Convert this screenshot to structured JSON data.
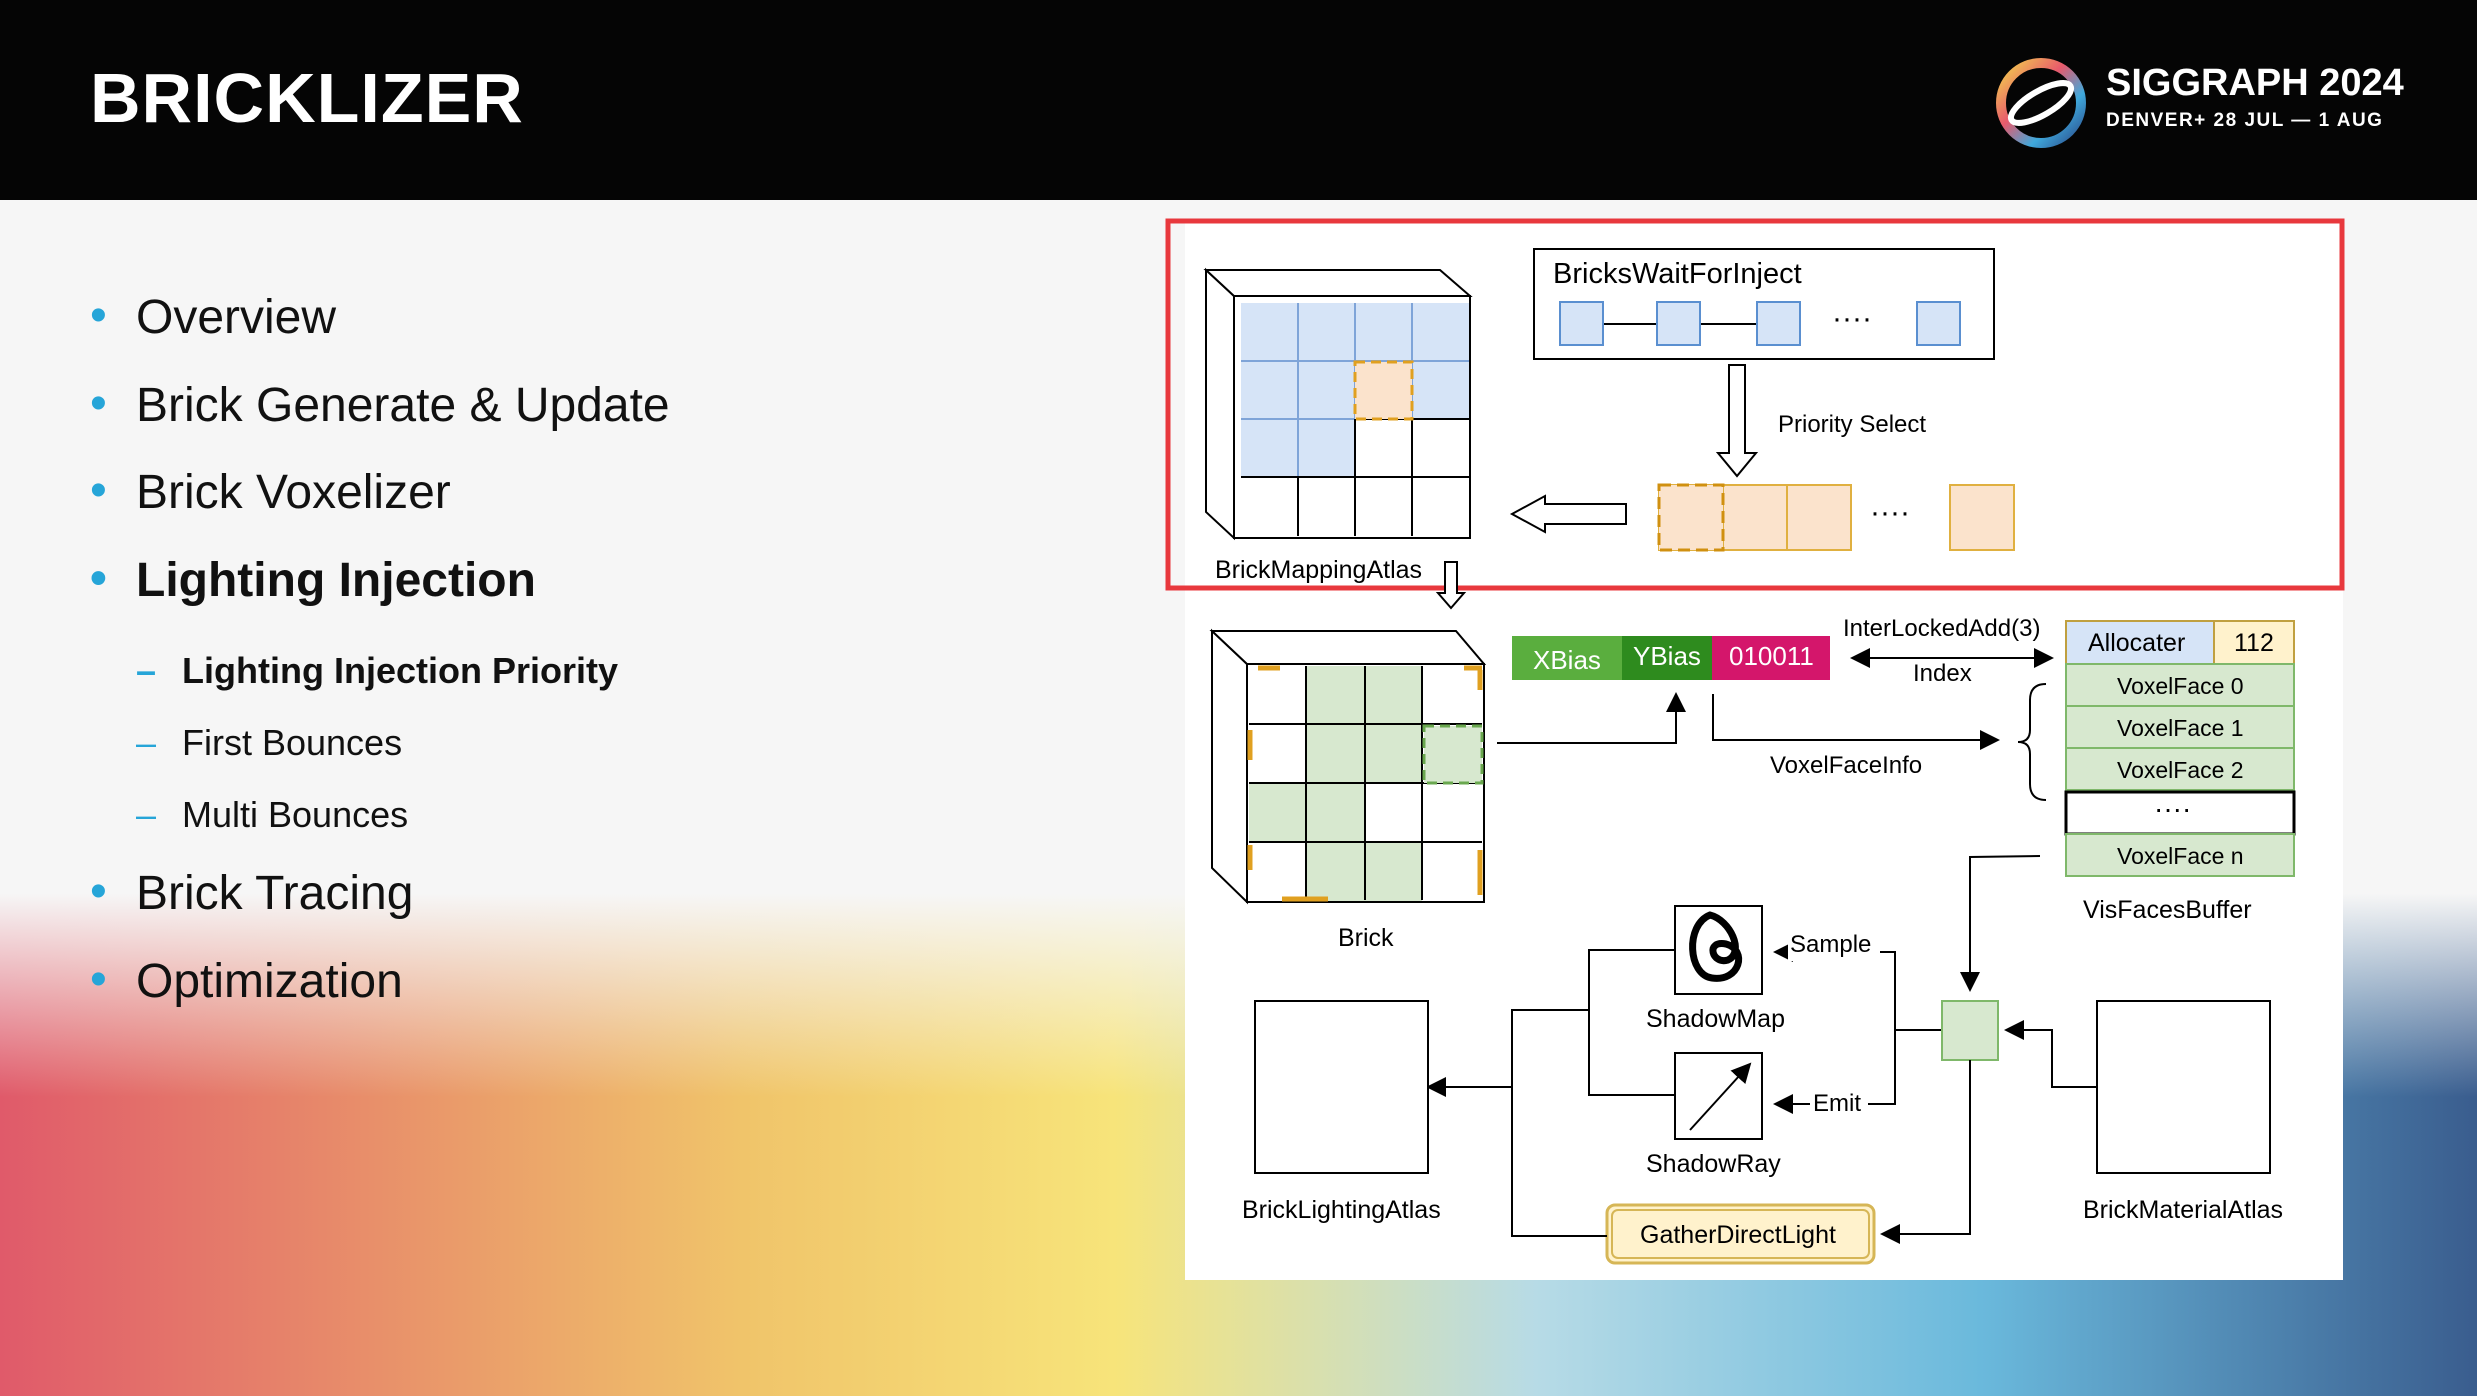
{
  "header": {
    "title": "BRICKLIZER",
    "logo_name": "SIGGRAPH 2024",
    "logo_sub": "DENVER+ 28 JUL — 1 AUG",
    "background_color": "#050505"
  },
  "bullets": [
    {
      "text": "Overview",
      "level": 1,
      "bold": false
    },
    {
      "text": "Brick Generate & Update",
      "level": 1,
      "bold": false
    },
    {
      "text": "Brick Voxelizer",
      "level": 1,
      "bold": false
    },
    {
      "text": "Lighting Injection",
      "level": 1,
      "bold": true
    },
    {
      "text": "Lighting Injection Priority",
      "level": 2,
      "bold": true
    },
    {
      "text": "First Bounces",
      "level": 2,
      "bold": false
    },
    {
      "text": "Multi Bounces",
      "level": 2,
      "bold": false
    },
    {
      "text": "Brick Tracing",
      "level": 1,
      "bold": false
    },
    {
      "text": "Optimization",
      "level": 1,
      "bold": false
    }
  ],
  "bullet_marks": {
    "level1": "•",
    "level2": "–"
  },
  "diagram": {
    "queue_title": "BricksWaitForInject",
    "dots": "····",
    "priority_select": "Priority Select",
    "mapping_atlas": "BrickMappingAtlas",
    "brick": "Brick",
    "xbias": "XBias",
    "ybias": "YBias",
    "bits": "010011",
    "interlocked": "InterLockedAdd(3)",
    "index": "Index",
    "voxel_face_info": "VoxelFaceInfo",
    "allocater": "Allocater",
    "alloc_value": "112",
    "voxel_faces": [
      "VoxelFace 0",
      "VoxelFace 1",
      "VoxelFace 2"
    ],
    "voxel_face_dots": "····",
    "voxel_face_last": "VoxelFace n",
    "vis_faces_buffer": "VisFacesBuffer",
    "sample": "Sample",
    "shadow_map": "ShadowMap",
    "emit": "Emit",
    "shadow_ray": "ShadowRay",
    "lighting_atlas": "BrickLightingAtlas",
    "gather": "GatherDirectLight",
    "material_atlas": "BrickMaterialAtlas",
    "colors": {
      "highlight_red": "#e8383d",
      "blue_cell": "#d6e4f7",
      "orange_cell": "#fbe3cc",
      "green_cell": "#d7e8cf",
      "xbias": "#5aae3e",
      "ybias": "#2e8b1e",
      "bits": "#d4166b",
      "bullet": "#26a5d8"
    }
  }
}
